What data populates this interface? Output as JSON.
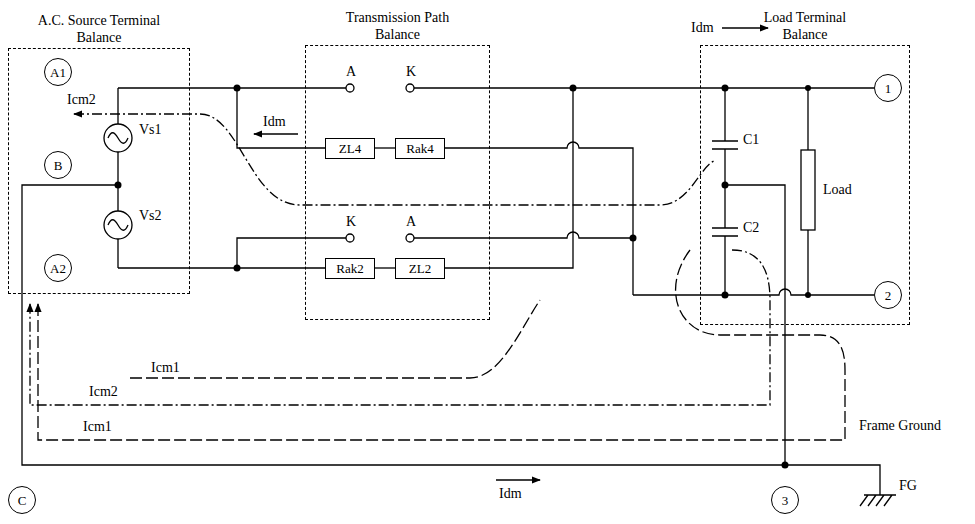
{
  "diagram": {
    "nodes": [
      {
        "text": [
          "A.C. Source Terminal",
          "Balance"
        ]
      },
      {
        "text": [
          "A1"
        ],
        "in": 0
      },
      {
        "text": [
          "B"
        ],
        "in": 0
      },
      {
        "text": [
          "A2"
        ],
        "in": 0
      },
      {
        "text": [
          "Transmission Path",
          "Balance"
        ]
      },
      {
        "text": [
          "ZL4"
        ],
        "in": 4
      },
      {
        "text": [
          "Rak4"
        ],
        "in": 4
      },
      {
        "text": [
          "Rak2"
        ],
        "in": 4
      },
      {
        "text": [
          "ZL2"
        ],
        "in": 4
      },
      {
        "text": [
          "Load Terminal",
          "Balance"
        ]
      },
      {
        "text": [
          "1"
        ],
        "in": 9
      },
      {
        "text": [
          "2"
        ],
        "in": 9
      },
      {
        "text": [
          "C"
        ]
      },
      {
        "text": [
          "3"
        ]
      }
    ],
    "edges": [
      {
        "from": 5,
        "to": 6,
        "arrow": "none"
      },
      {
        "from": 7,
        "to": 8,
        "arrow": "none"
      }
    ],
    "labels": [
      "Idm",
      "Icm2",
      "Idm",
      "A",
      "K",
      "K",
      "A",
      "Icm1",
      "Icm2",
      "Icm1",
      "Idm",
      "Vs1",
      "Vs2",
      "C1",
      "C2",
      "Load",
      "Frame Ground",
      "FG"
    ]
  }
}
